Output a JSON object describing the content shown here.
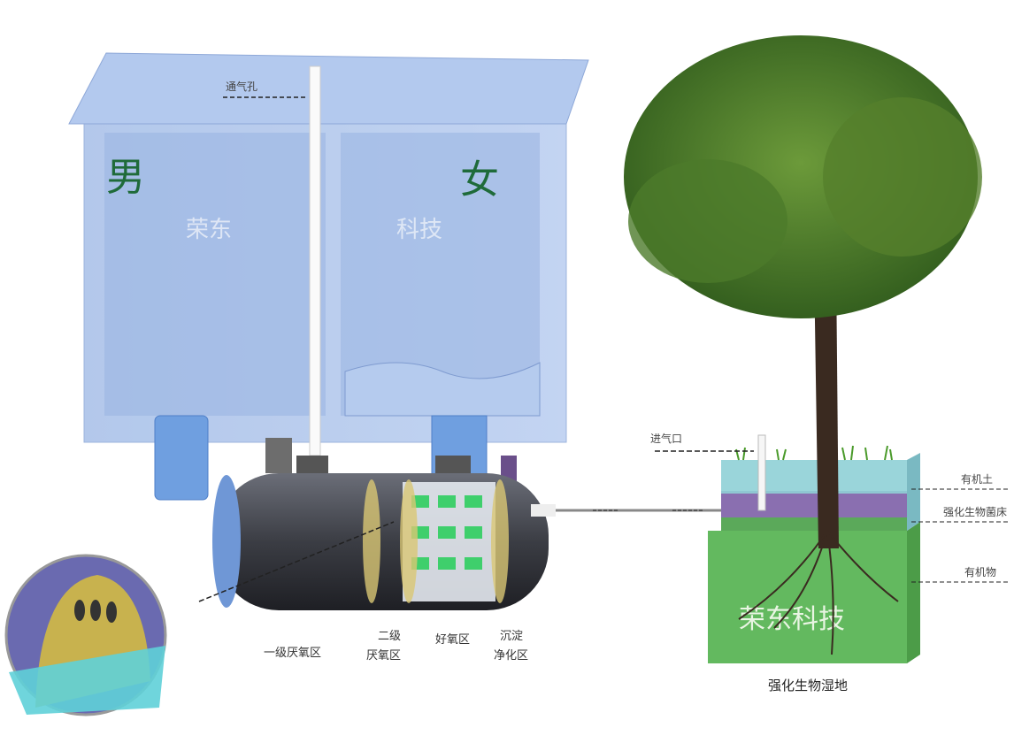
{
  "toilet": {
    "vent_label": "通气孔",
    "men_label": "男",
    "women_label": "女",
    "watermark_left": "荣东",
    "watermark_right": "科技"
  },
  "tank_zones": [
    {
      "line1": "一级厌氧区",
      "line2": ""
    },
    {
      "line1": "二级",
      "line2": "厌氧区"
    },
    {
      "line1": "好氧区",
      "line2": ""
    },
    {
      "line1": "沉淀",
      "line2": "净化区"
    }
  ],
  "wetland": {
    "air_inlet_label": "进气口",
    "layers": [
      "有机土",
      "强化生物菌床",
      "有机物"
    ],
    "watermark": "荣东科技",
    "caption": "强化生物湿地"
  },
  "colors": {
    "building": "#a9c3ea",
    "tank": "#3b3d44",
    "soil_green": "#6dbf6a",
    "bed_purple": "#8a6fb0",
    "topsoil": "#8fd0d6"
  }
}
